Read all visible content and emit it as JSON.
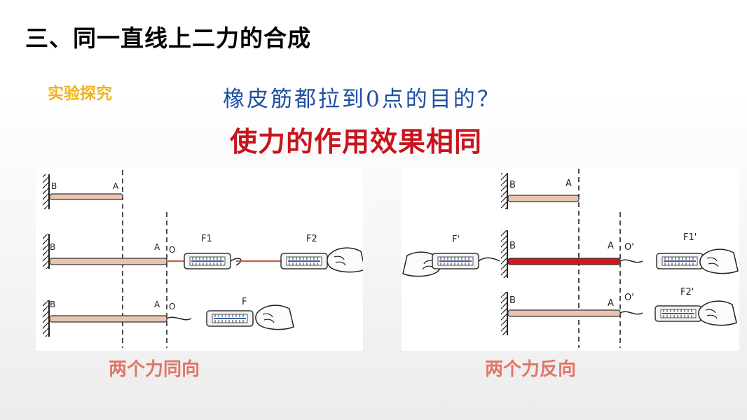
{
  "slide": {
    "title": "三、同一直线上二力的合成",
    "experiment_tag": "实验探究",
    "question": "橡皮筋都拉到0点的目的？",
    "answer": "使力的作用效果相同"
  },
  "left_panel": {
    "caption": "两个力同向",
    "labels": {
      "b": "B",
      "a": "A",
      "o": "O",
      "f1": "F1",
      "f2": "F2",
      "f": "F"
    }
  },
  "right_panel": {
    "caption": "两个力反向",
    "labels": {
      "b": "B",
      "a": "A",
      "o": "O'",
      "f_prime": "F'",
      "f1_prime": "F1'",
      "f2_prime": "F2'"
    }
  },
  "colors": {
    "title": "#000000",
    "tag": "#f2b21a",
    "question": "#1f4fa3",
    "answer": "#c8141e",
    "caption": "#e07668",
    "band": "#e9c4b0",
    "band_stretched_red": "#d9141e"
  }
}
